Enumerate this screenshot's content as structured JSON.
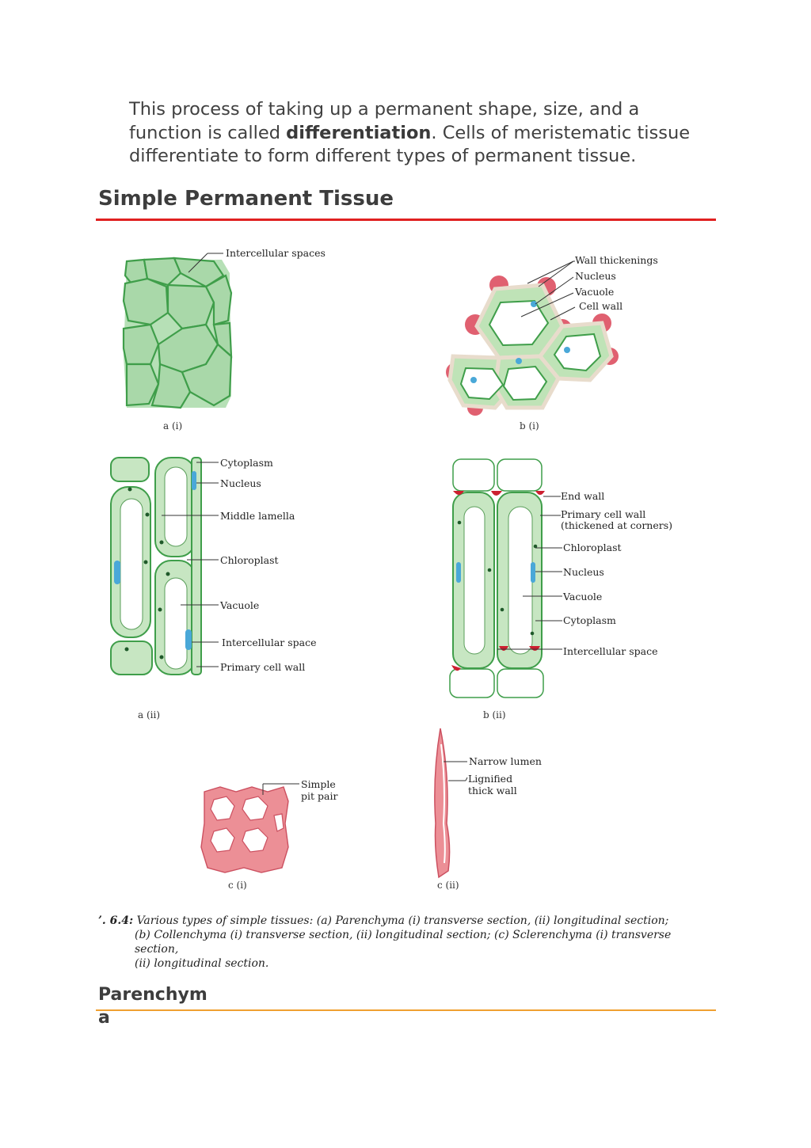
{
  "intro": {
    "text_before": "This process of taking up a permanent shape, size, and a function is  called ",
    "bold": "differentiation",
    "text_after": ". Cells of meristematic tissue differentiate to form  different types of permanent tissue."
  },
  "section_heading": "Simple Permanent Tissue",
  "figure": {
    "a1": {
      "sub": "a (i)",
      "labels": [
        "Intercellular spaces"
      ]
    },
    "b1": {
      "sub": "b (i)",
      "labels": [
        "Wall thickenings",
        "Nucleus",
        "Vacuole",
        "Cell wall"
      ]
    },
    "a2": {
      "sub": "a (ii)",
      "labels": [
        "Cytoplasm",
        "Nucleus",
        "Middle lamella",
        "Chloroplast",
        "Vacuole",
        "Intercellular space",
        "Primary cell wall"
      ]
    },
    "b2": {
      "sub": "b (ii)",
      "labels": [
        "End wall",
        "Primary cell wall",
        "(thickened at corners)",
        "Chloroplast",
        "Nucleus",
        "Vacuole",
        "Cytoplasm",
        "Intercellular space"
      ]
    },
    "c1": {
      "sub": "c (i)",
      "labels": [
        "Simple",
        "pit pair"
      ]
    },
    "c2": {
      "sub": "c (ii)",
      "labels": [
        "Narrow lumen",
        "Lignified",
        "thick wall"
      ]
    },
    "colors": {
      "parenchyma": "#a8d8a8",
      "wall_green": "#3f9e4a",
      "collenchyma_red": "#e06070",
      "sclerenchyma_pink": "#ec8f96"
    }
  },
  "caption": {
    "fig_label": "’. 6.4:",
    "line1": "Various types of simple tissues: (a) Parenchyma (i) transverse section, (ii) longitudinal section;",
    "line2": "(b) Collenchyma (i) transverse section, (ii) longitudinal section; (c) Sclerenchyma (i) transverse section,",
    "line3": "(ii) longitudinal section."
  },
  "sub_heading": "Parenchym a"
}
